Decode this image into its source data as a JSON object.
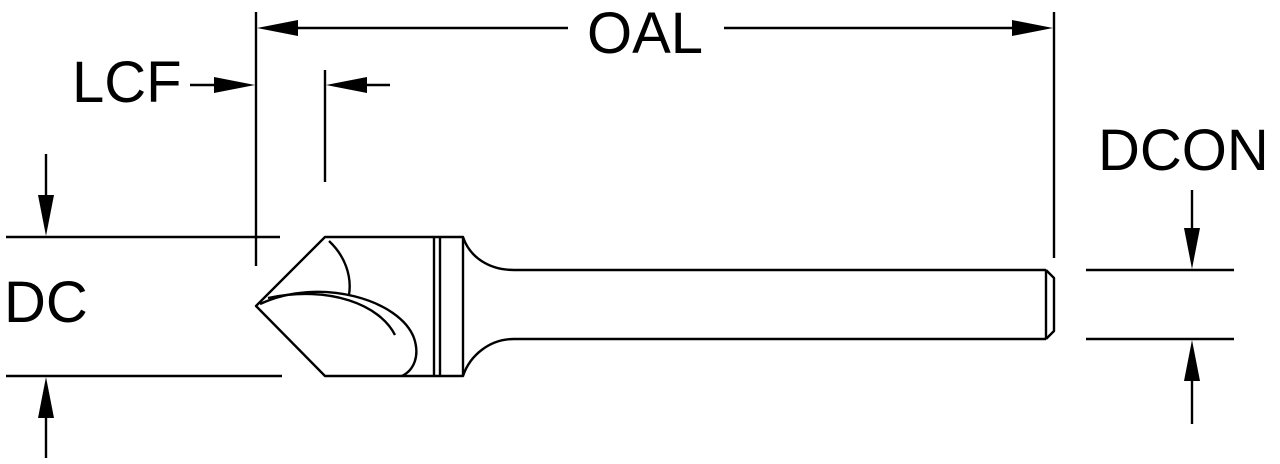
{
  "labels": {
    "oal": "OAL",
    "lcf": "LCF",
    "dcon": "DCON",
    "dc": "DC"
  },
  "colors": {
    "stroke": "#000000",
    "background": "#ffffff"
  }
}
